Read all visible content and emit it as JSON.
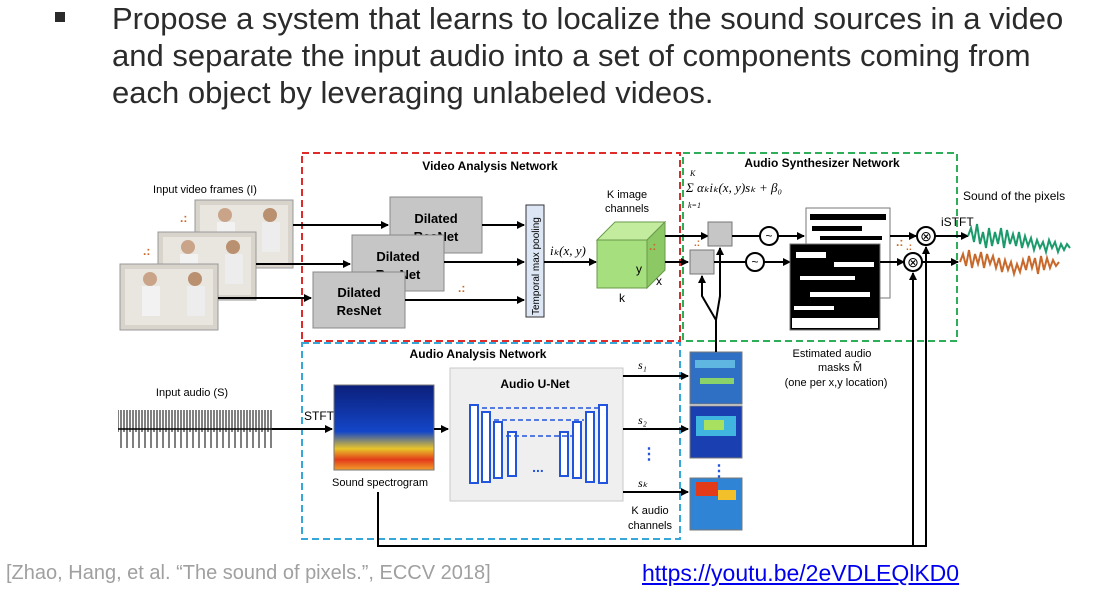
{
  "slide": {
    "bullet_text": "Propose a system that learns to localize the sound sources in a video and separate the input audio into a set of components coming from each object by leveraging unlabeled videos.",
    "citation": "[Zhao, Hang, et al. “The sound of pixels.”, ECCV 2018]",
    "link": "https://youtu.be/2eVDLEQlKD0"
  },
  "diagram": {
    "video_net_title": "Video Analysis Network",
    "audio_net_title": "Audio Analysis Network",
    "synth_net_title": "Audio Synthesizer Network",
    "input_video_label": "Input video frames (I)",
    "input_audio_label": "Input audio (S)",
    "resnet_line1": "Dilated",
    "resnet_line2": "ResNet",
    "pooling_label": "Temporal max pooling",
    "feature_label": "iₖ(x, y)",
    "k_image_channels_1": "K image",
    "k_image_channels_2": "channels",
    "cube_y": "y",
    "cube_x": "x",
    "cube_k": "k",
    "formula": "Σ αₖiₖ(x, y)sₖ + β₀",
    "formula_top": "K",
    "formula_bottom": "k=1",
    "stft": "STFT",
    "istft": "iSTFT",
    "spectrogram_label": "Sound spectrogram",
    "unet_label": "Audio U-Net",
    "unet_dots": "...",
    "s1": "s₁",
    "s2": "s₂",
    "sk": "sₖ",
    "vdots": "⋮",
    "k_audio_1": "K audio",
    "k_audio_2": "channels",
    "masks_1": "Estimated audio",
    "masks_2": "masks M̃",
    "masks_3": "(one per x,y location)",
    "sound_of_pixels": "Sound of the pixels",
    "sigmoid_glyph": "~",
    "multiply_glyph": "⊗",
    "colors": {
      "video_box": "#e02b2b",
      "audio_box": "#35a7d8",
      "synth_box": "#2fae5a",
      "cube": "#a6df7e",
      "wave_green": "#1b9b6b",
      "wave_orange": "#c8692b",
      "resnet": "#c6c6c6"
    }
  }
}
